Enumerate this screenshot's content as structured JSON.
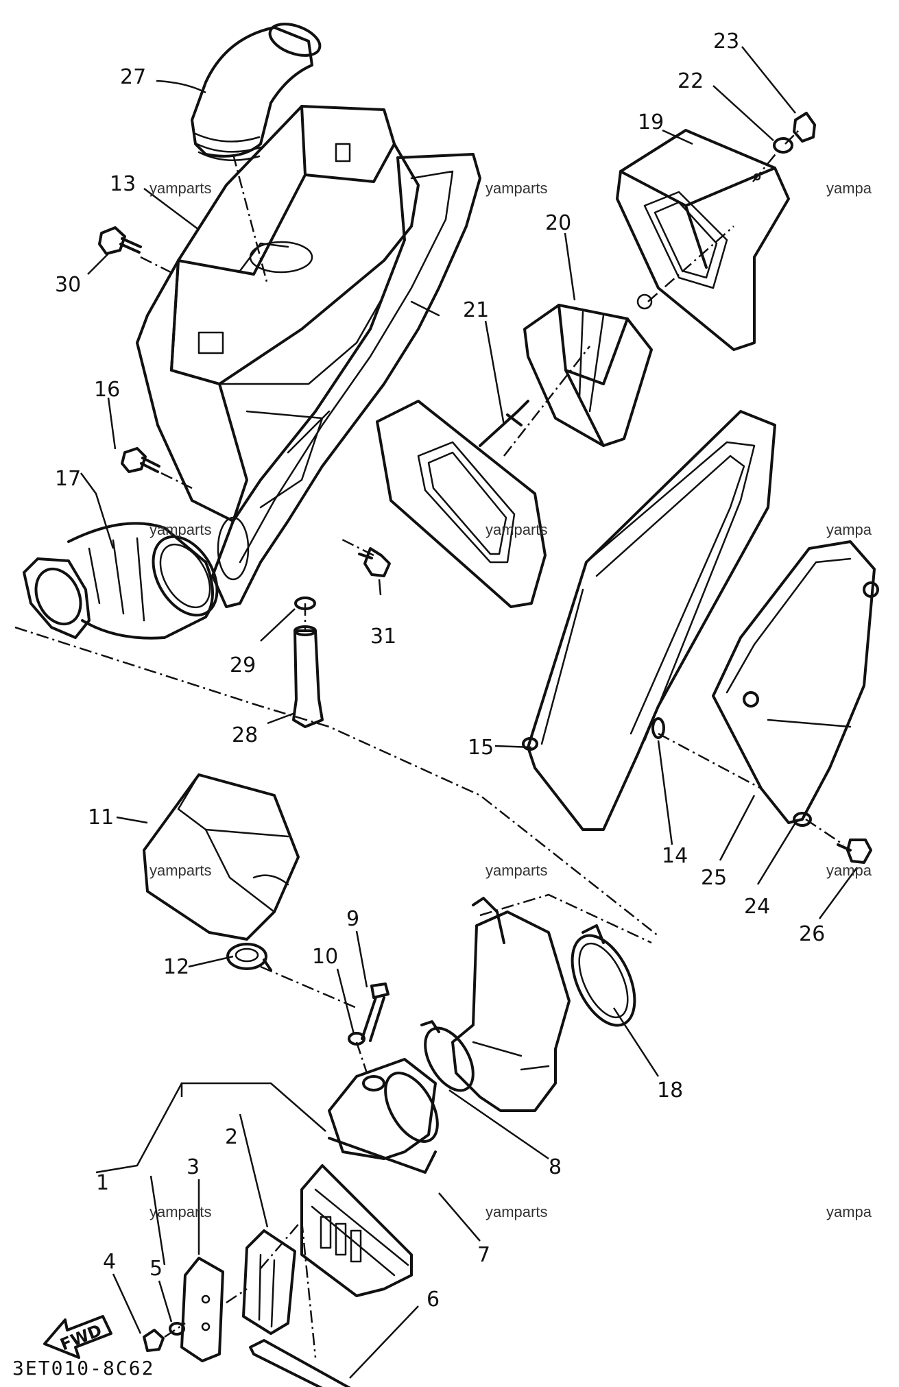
{
  "diagram": {
    "code": "3ET010-8C62",
    "fwd_label": "FWD",
    "watermark": "yamparts",
    "watermark_cut": "yampa",
    "callouts": [
      "1",
      "2",
      "3",
      "4",
      "5",
      "6",
      "7",
      "8",
      "9",
      "10",
      "11",
      "12",
      "13",
      "14",
      "15",
      "16",
      "17",
      "18",
      "19",
      "20",
      "21",
      "22",
      "23",
      "24",
      "25",
      "26",
      "27",
      "28",
      "29",
      "30",
      "31"
    ]
  }
}
